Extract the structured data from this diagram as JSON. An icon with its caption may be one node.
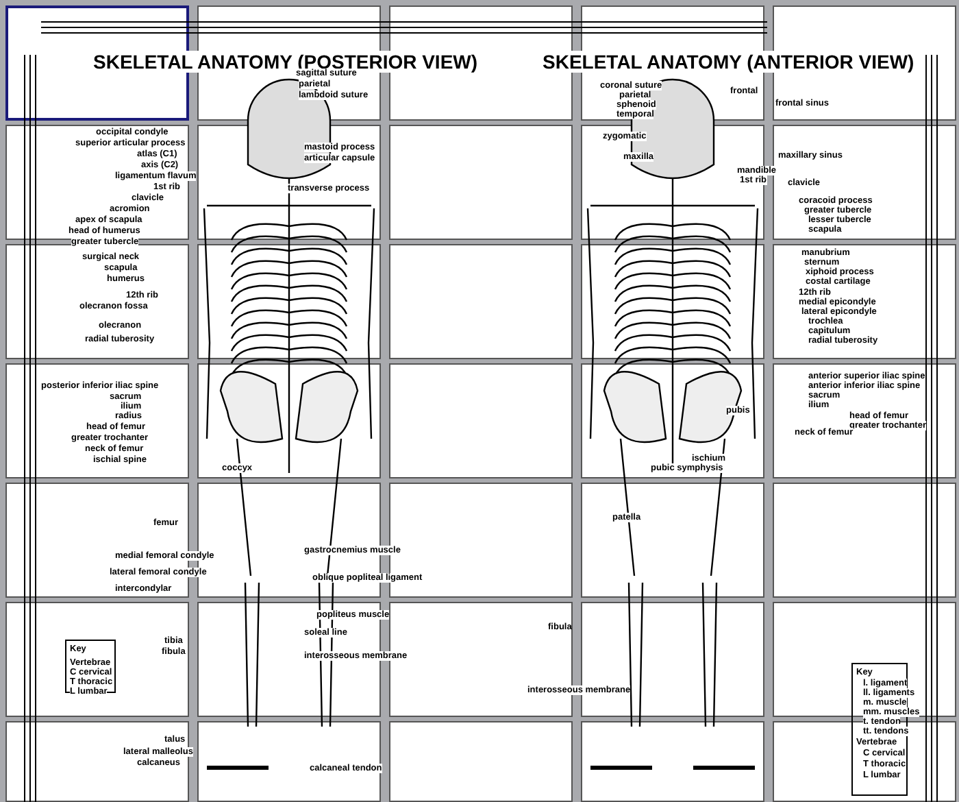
{
  "diagram": {
    "labels": [
      "SKELETAL ANATOMY (POSTERIOR VIEW)",
      "SKELETAL ANATOMY (ANTERIOR VIEW)",
      "sagittal suture",
      "parietal",
      "lambdoid suture",
      "occipital condyle",
      "superior articular process",
      "atlas (C1)",
      "axis (C2)",
      "ligamentum flavum",
      "1st rib",
      "clavicle",
      "acromion",
      "apex of scapula",
      "head of humerus",
      "greater tubercle",
      "mastoid process",
      "articular capsule",
      "transverse process",
      "surgical neck",
      "scapula",
      "humerus",
      "12th rib",
      "olecranon fossa",
      "olecranon",
      "radial tuberosity",
      "posterior inferior iliac spine",
      "sacrum",
      "ilium",
      "radius",
      "head of femur",
      "greater trochanter",
      "neck of femur",
      "coccyx",
      "ischial spine",
      "femur",
      "medial femoral condyle",
      "lateral femoral condyle",
      "intercondylar",
      "gastrocnemius muscle",
      "oblique popliteal ligament",
      "popliteus muscle",
      "soleal line",
      "interosseous membrane",
      "tibia",
      "fibula",
      "Key",
      "Vertebrae",
      "C cervical",
      "T thoracic",
      "L lumbar",
      "talus",
      "lateral malleolus",
      "calcaneus",
      "calcaneal tendon",
      "coronal suture",
      "parietal",
      "sphenoid",
      "temporal",
      "frontal",
      "frontal sinus",
      "zygomatic",
      "maxilla",
      "mandible",
      "1st rib",
      "maxillary sinus",
      "clavicle",
      "coracoid process",
      "greater tubercle",
      "lesser tubercle",
      "scapula",
      "manubrium",
      "sternum",
      "xiphoid process",
      "costal cartilage",
      "12th rib",
      "medial epicondyle",
      "lateral epicondyle",
      "trochlea",
      "capitulum",
      "radial tuberosity",
      "anterior superior iliac spine",
      "anterior inferior iliac spine",
      "sacrum",
      "ilium",
      "head of femur",
      "greater trochanter",
      "neck of femur",
      "pubis",
      "pubic symphysis",
      "ischium",
      "patella",
      "fibula",
      "interosseous membrane",
      "Key",
      "l. ligament",
      "ll. ligaments",
      "m. muscle",
      "mm. muscles",
      "t. tendon",
      "tt. tendons",
      "Vertebrae",
      "C cervical",
      "T thoracic",
      "L lumbar"
    ]
  }
}
